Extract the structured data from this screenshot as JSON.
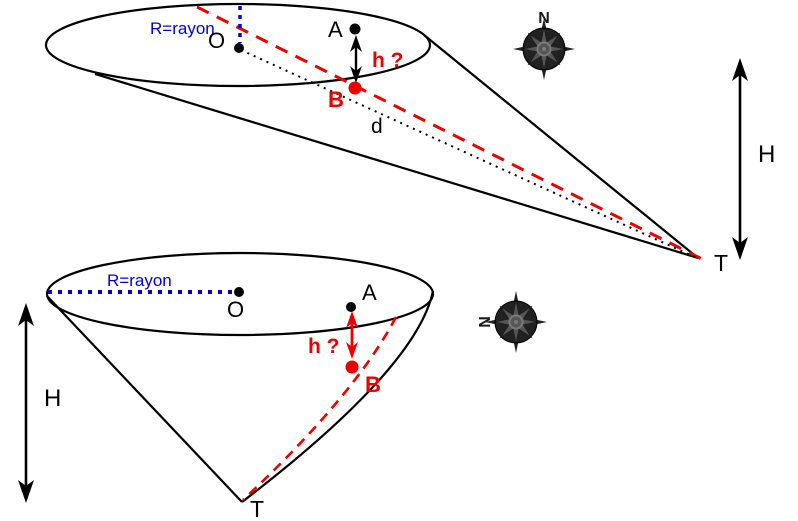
{
  "colors": {
    "red": "#ee0000",
    "blue": "#0101dd",
    "black": "#000000",
    "compass_dark": "#212121",
    "compass_mid": "#565656"
  },
  "plan_view": {
    "radius_label": "R=rayon",
    "center_label": "O",
    "point_a_label": "A",
    "point_b_label": "B",
    "depth_query_label": "h ?",
    "distance_label": "d",
    "apex_label": "T",
    "height_label": "H",
    "compass_label": "N"
  },
  "elevation_view": {
    "radius_label": "R=rayon",
    "center_label": "O",
    "point_a_label": "A",
    "point_b_label": "B",
    "depth_query_label": "h ?",
    "apex_label": "T",
    "height_label": "H",
    "compass_label": "N"
  }
}
